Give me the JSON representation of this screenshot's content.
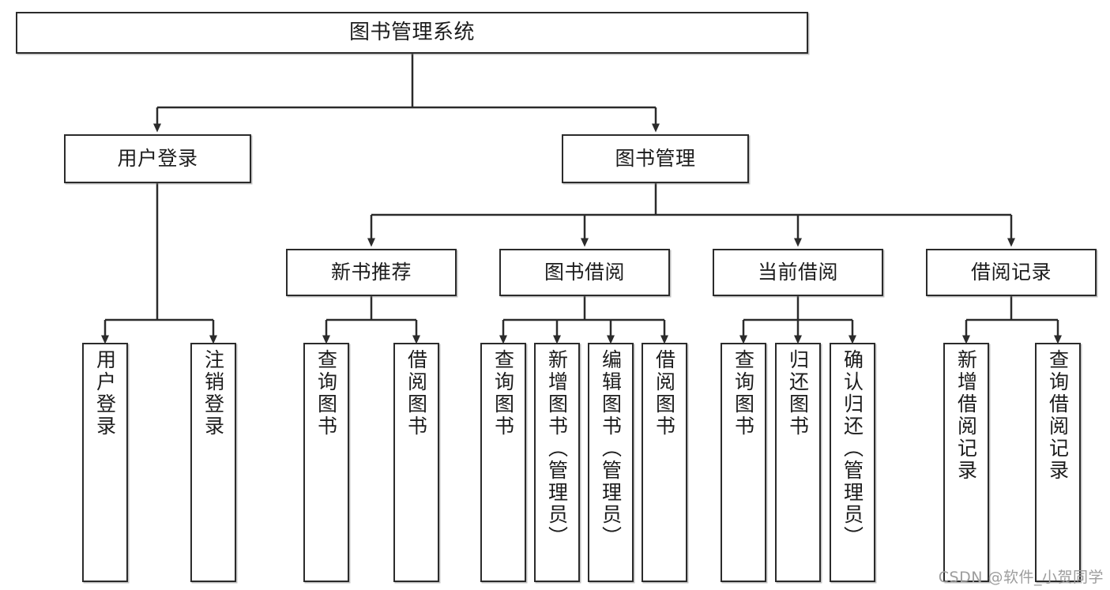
{
  "diagram": {
    "title": "图书管理系统",
    "type": "tree-hierarchy-diagram",
    "colors": {
      "background": "#ffffff",
      "box_border": "#2b2b2b",
      "box_fill": "#ffffff",
      "connector": "#2b2b2b",
      "text": "#1c1c1c",
      "watermark": "#9d9d9d"
    },
    "root": {
      "label": "图书管理系统"
    },
    "level2": [
      {
        "label": "用户登录"
      },
      {
        "label": "图书管理"
      }
    ],
    "level3": [
      {
        "label": "新书推荐"
      },
      {
        "label": "图书借阅"
      },
      {
        "label": "当前借阅"
      },
      {
        "label": "借阅记录"
      }
    ],
    "leaves": {
      "user_login": [
        {
          "label": "用户登录"
        },
        {
          "label": "注销登录"
        }
      ],
      "new_book_recommend": [
        {
          "label": "查询图书"
        },
        {
          "label": "借阅图书"
        }
      ],
      "book_borrow": [
        {
          "label": "查询图书"
        },
        {
          "label": "新增图书（管理员）"
        },
        {
          "label": "编辑图书（管理员）"
        },
        {
          "label": "借阅图书"
        }
      ],
      "current_borrow": [
        {
          "label": "查询图书"
        },
        {
          "label": "归还图书"
        },
        {
          "label": "确认归还（管理员）"
        }
      ],
      "borrow_record": [
        {
          "label": "新增借阅记录"
        },
        {
          "label": "查询借阅记录"
        }
      ]
    },
    "watermark": "CSDN @软件_小贺同学"
  }
}
